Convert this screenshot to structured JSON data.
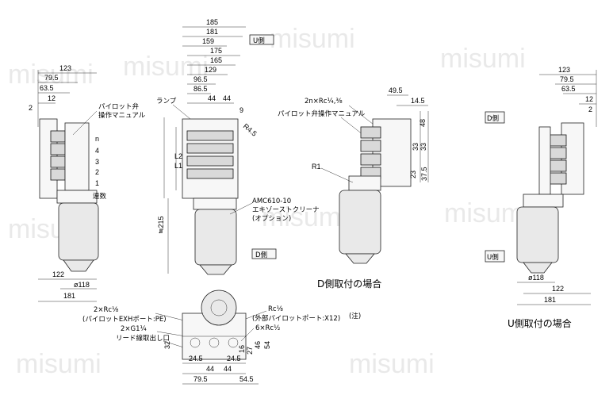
{
  "watermark": "misumi",
  "colors": {
    "line": "#000000",
    "part_fill": "#f7f7f7",
    "watermark": "#d8d8d8"
  },
  "front_view": {
    "dims_top": [
      "185",
      "181",
      "159",
      "175",
      "165",
      "129",
      "96.5",
      "86.5",
      "44",
      "44"
    ],
    "dim_side_right": [
      "9",
      "R4.5"
    ],
    "lamp": "ランプ",
    "u_side": "U側",
    "d_side": "D側",
    "l2": "L2",
    "l1": "L1",
    "cleaner_model": "AMC610-10",
    "cleaner_name": "エキゾーストクリーナ",
    "cleaner_option": "(オプション)",
    "height": "≒215"
  },
  "left_view": {
    "dims_top": [
      "123",
      "79.5",
      "63.5",
      "12"
    ],
    "dim_left": "2",
    "pilot_valve": "パイロット弁",
    "manual": "操作マニュアル",
    "stations": [
      "n",
      "4",
      "3",
      "2",
      "1"
    ],
    "station_label": "連数",
    "dim_122": "122",
    "dim_118": "ø118",
    "dim_181": "181"
  },
  "d_side_view": {
    "port_label": "2n×Rc¼,⅜",
    "pilot_manual": "パイロット弁操作マニュアル",
    "r1": "R1",
    "dims": [
      "49.5",
      "14.5",
      "48",
      "33",
      "33",
      "23",
      "37.5"
    ],
    "caption": "D側取付の場合"
  },
  "u_side_view": {
    "dims_top": [
      "123",
      "79.5",
      "63.5",
      "12"
    ],
    "dim_right": "2",
    "d_side": "D側",
    "u_side": "U側",
    "dim_118": "ø118",
    "dim_122": "122",
    "dim_181": "181",
    "caption": "U側取付の場合"
  },
  "bottom_view": {
    "port_pe": "2×Rc⅛",
    "port_pe_note": "(パイロットEXHポート:PE)",
    "port_g": "2×G1¼",
    "lead_wire": "リード線取出し口",
    "port_x12": "Rc⅛",
    "port_x12_note": "(外部パイロットポート:X12)",
    "port_x12_mark": "(注)",
    "port_6": "6×Rc½",
    "dims_right": [
      "16",
      "27",
      "46",
      "54"
    ],
    "dims_bottom": [
      "24.5",
      "44",
      "44",
      "24.5",
      "79.5",
      "54.5"
    ],
    "dim_left": "32"
  }
}
